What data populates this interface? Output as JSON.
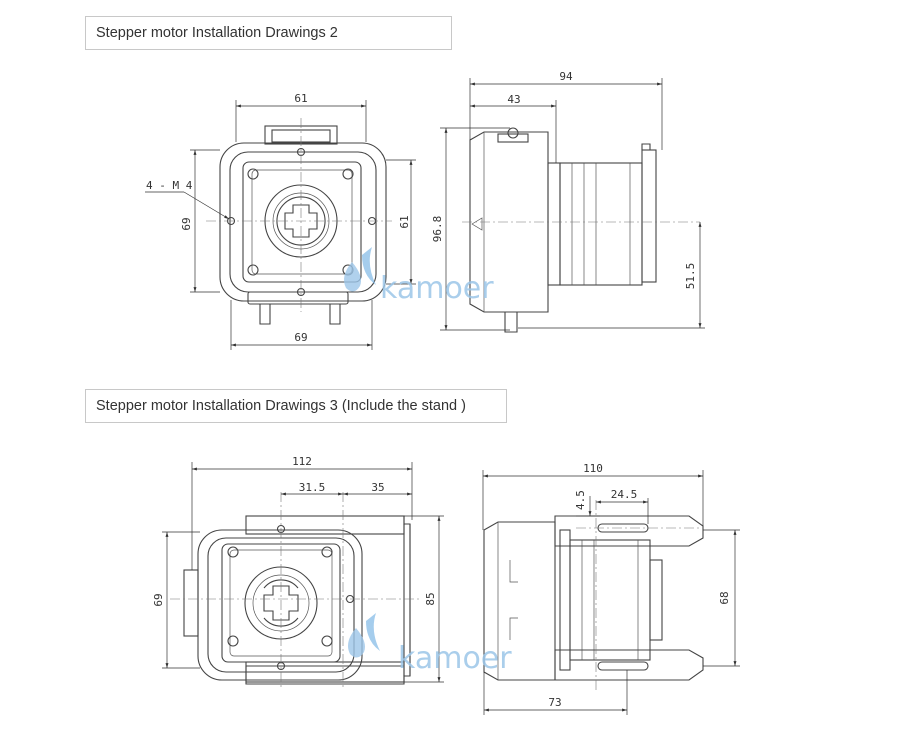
{
  "sections": [
    {
      "label": "Stepper motor Installation Drawings 2"
    },
    {
      "label": "Stepper motor Installation Drawings 3 (Include the stand )"
    }
  ],
  "drawing2": {
    "front": {
      "width_top": "61",
      "height_left": "69",
      "height_right": "61",
      "width_bottom": "69",
      "hole_callout": "4 - M 4"
    },
    "side": {
      "overall_length": "94",
      "head_length": "43",
      "total_height": "96.8",
      "shaft_height": "51.5"
    }
  },
  "drawing3": {
    "front": {
      "overall_width": "112",
      "hole_spacing": "31.5",
      "edge_offset": "35",
      "height_left": "69",
      "height_right": "85"
    },
    "side": {
      "overall_length": "110",
      "slot_length": "24.5",
      "slot_offset": "4.5",
      "height_right": "68",
      "bottom_length": "73"
    }
  },
  "watermark": {
    "brand": "kamoer"
  },
  "colors": {
    "line": "#444444",
    "label_border": "#c8c8c8",
    "watermark": "#9cc6e8"
  }
}
